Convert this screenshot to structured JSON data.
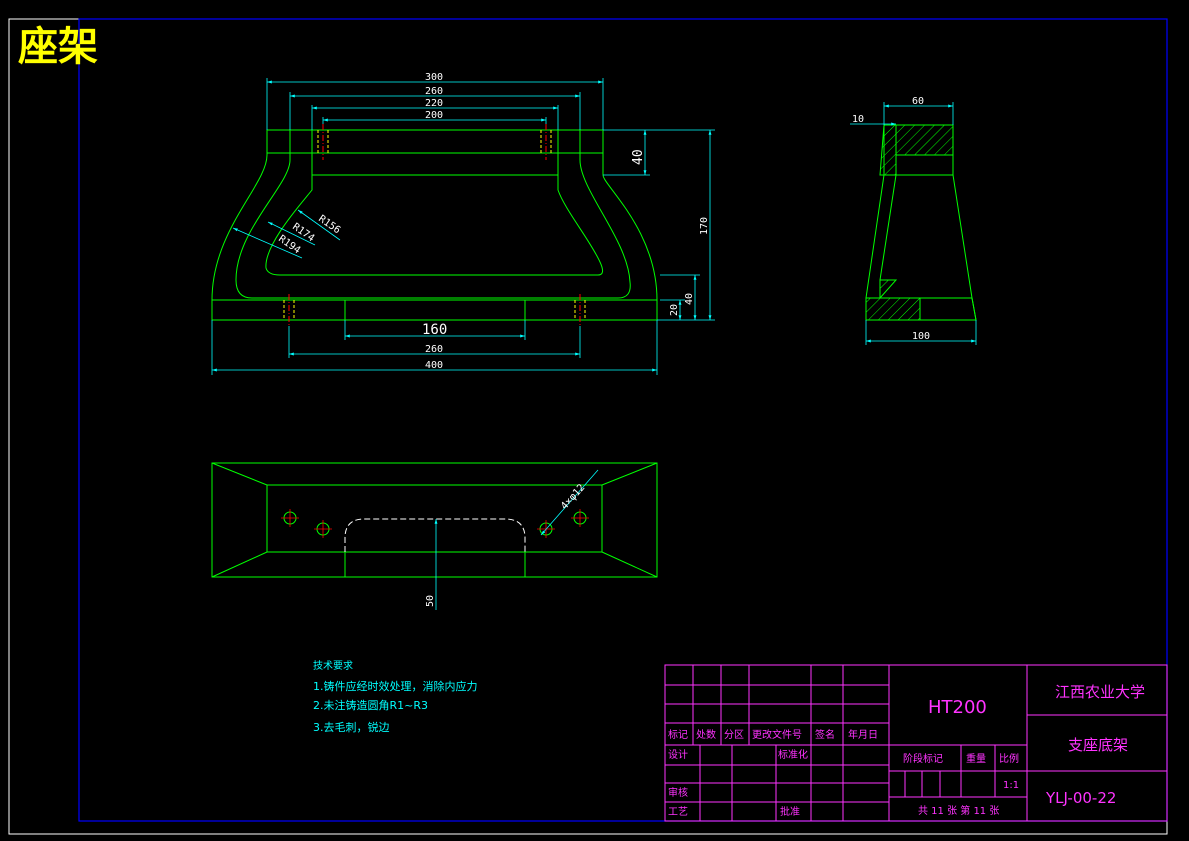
{
  "title": "座架",
  "colors": {
    "outline": "#00ff00",
    "dimension": "#00ffff",
    "center": "#ff0000",
    "hidden": "#ffff00",
    "frame": "#0000ff",
    "titleblock": "#ff33ff",
    "hatch": "#00ff00"
  },
  "front_view": {
    "dims": {
      "w300": "300",
      "w260_top": "260",
      "w220": "220",
      "w200": "200",
      "h40_top": "40",
      "h170": "170",
      "h40_right": "40",
      "h20": "20",
      "w160": "160",
      "w260_bot": "260",
      "w400": "400",
      "r156": "R156",
      "r174": "R174",
      "r194": "R194"
    }
  },
  "side_view": {
    "dims": {
      "w60": "60",
      "w10": "10",
      "w100": "100"
    }
  },
  "top_view": {
    "dims": {
      "holes": "4×φ12",
      "d50": "50"
    }
  },
  "notes": {
    "heading": "技术要求",
    "items": [
      "1.铸件应经时效处理，消除内应力",
      "2.未注铸造圆角R1~R3",
      "3.去毛刺，锐边"
    ]
  },
  "title_block": {
    "material": "HT200",
    "university": "江西农业大学",
    "part_name": "支座底架",
    "drawing_no": "YLJ-00-22",
    "rev_headers": [
      "标记",
      "处数",
      "分区",
      "更改文件号",
      "签名",
      "年月日"
    ],
    "design": "设计",
    "standardize": "标准化",
    "review": "审核",
    "process": "工艺",
    "approve": "批准",
    "stage": "阶段标记",
    "weight": "重量",
    "scale_label": "比例",
    "scale": "1:1",
    "sheets": "共 11 张 第 11 张"
  }
}
